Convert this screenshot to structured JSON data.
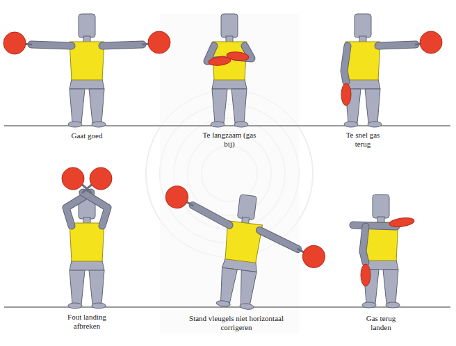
{
  "diagram": {
    "labels": [
      "Gaat goed",
      "Te langzaam (gas bij)",
      "Te snel gas terug",
      "Fout landing afbreken",
      "Stand vleugels niet horizontaal corrigeren",
      "Gas terug landen"
    ]
  }
}
